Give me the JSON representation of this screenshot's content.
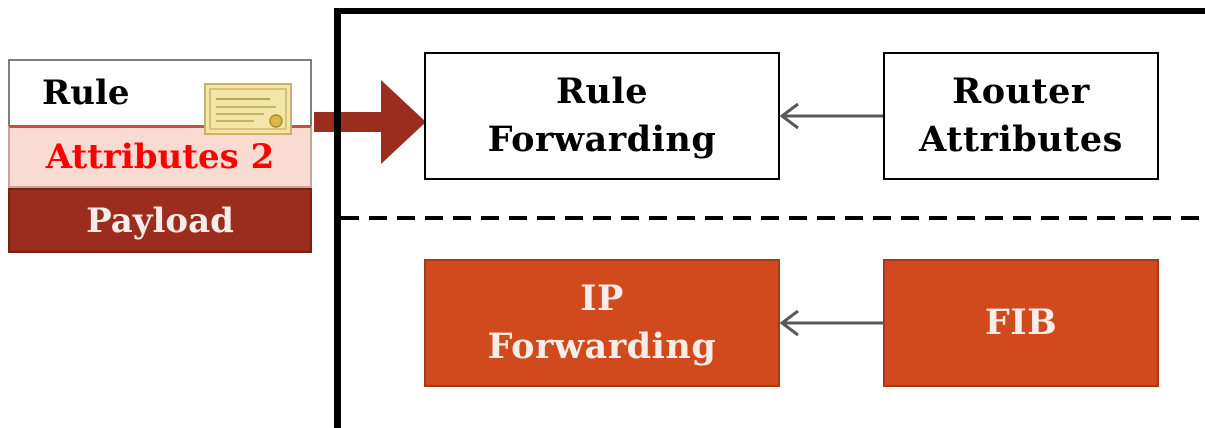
{
  "packet": {
    "rule_label": "Rule",
    "attributes_label": "Attributes 2",
    "payload_label": "Payload",
    "certificate_icon": "certificate-icon"
  },
  "control_plane": {
    "rule_forwarding": {
      "line1": "Rule",
      "line2": "Forwarding"
    },
    "router_attributes": {
      "line1": "Router",
      "line2": "Attributes"
    }
  },
  "data_plane": {
    "ip_forwarding": {
      "line1": "IP",
      "line2": "Forwarding"
    },
    "fib": {
      "line1": "FIB"
    }
  },
  "colors": {
    "attributes_text": "#ff0000",
    "attributes_fill": "#fadbd2",
    "payload_fill": "#9b2d1f",
    "ingress_arrow": "#9b2d1f",
    "data_plane_fill": "#d14a1d",
    "link_arrow": "#595959"
  }
}
